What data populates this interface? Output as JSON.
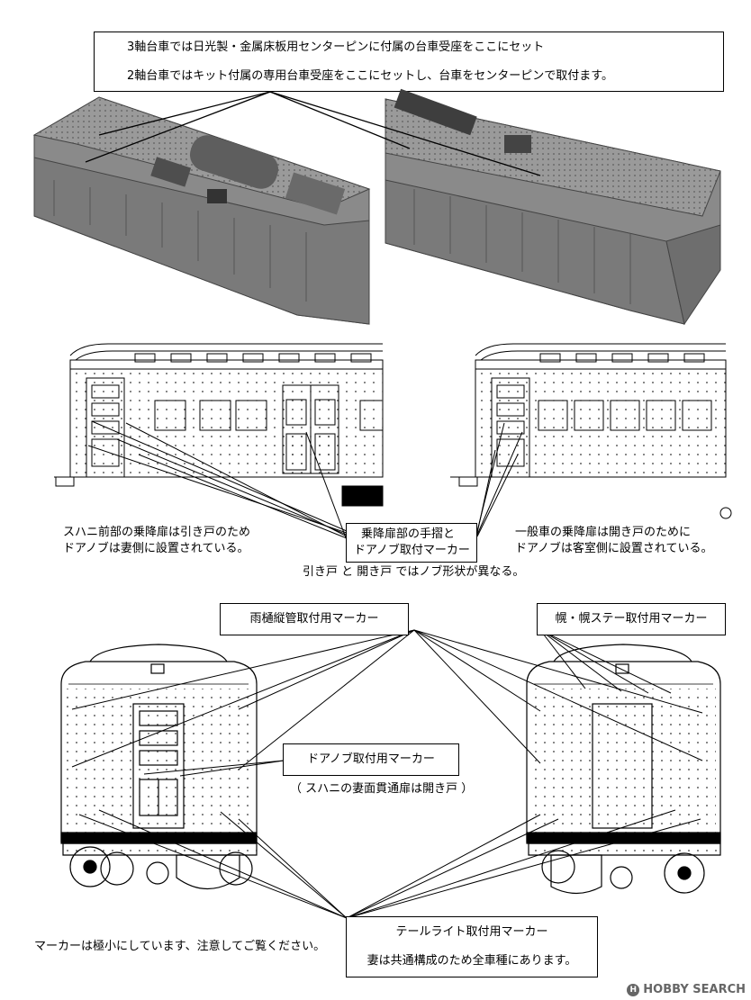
{
  "top_note": {
    "line1": "3軸台車では日光製・金属床板用センターピンに付属の台車受座をここにセット",
    "line2": "2軸台車ではキット付属の専用台車受座をここにセットし、台車をセンターピンで取付ます。"
  },
  "side_section": {
    "left_caption_line1": "スハニ前部の乗降扉は引き戸のため",
    "left_caption_line2": "ドアノブは妻側に設置されている。",
    "center_box_line1": "乗降扉部の手摺と",
    "center_box_line2": "ドアノブ取付マーカー",
    "right_caption_line1": "一般車の乗降扉は開き戸のために",
    "right_caption_line2": "ドアノブは客室側に設置されている。",
    "shape_note": "引き戸 と 開き戸 ではノブ形状が異なる。"
  },
  "end_section": {
    "gutter_label": "雨樋縦管取付用マーカー",
    "hood_label": "幌・幌ステー取付用マーカー",
    "doorknob_label": "ドアノブ取付用マーカー",
    "doorknob_note": "（ スハニの妻面貫通扉は開き戸 ）",
    "taillight_line1": "テールライト取付用マーカー",
    "taillight_line2": "妻は共通構成のため全車種にあります。",
    "marker_note": "マーカーは極小にしています、注意してご覧ください。"
  },
  "watermark": {
    "logo_glyph": "H",
    "text": "HOBBY SEARCH"
  },
  "colors": {
    "render_fill": "#8a8a8a",
    "render_dark": "#5e5e5e",
    "line": "#000000"
  }
}
